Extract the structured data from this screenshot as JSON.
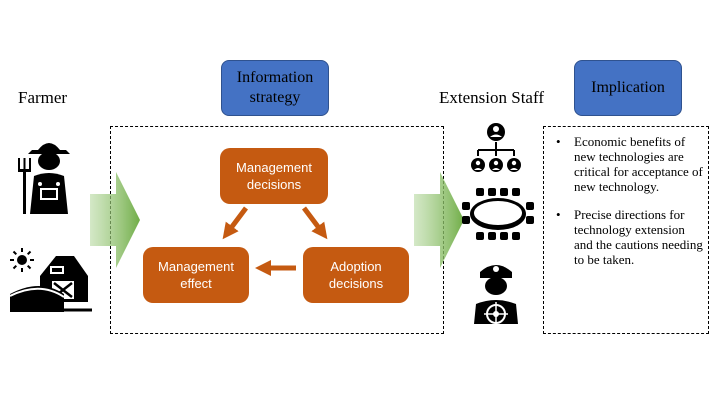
{
  "labels": {
    "farmer": "Farmer",
    "extension_staff": "Extension Staff"
  },
  "boxes": {
    "information_strategy": "Information strategy",
    "implication": "Implication"
  },
  "process": {
    "management_decisions": "Management decisions",
    "management_effect": "Management effect",
    "adoption_decisions": "Adoption decisions"
  },
  "implications": [
    "Economic benefits of new technologies are critical for acceptance of new technology.",
    "Precise  directions for technology extension and the cautions needing to be taken."
  ],
  "bullet_symbol": "•",
  "colors": {
    "blue": "#4472c4",
    "orange": "#c55a11",
    "green": "#70ad47"
  },
  "icons": [
    "farmer-icon",
    "sun-icon",
    "farm-barn-icon",
    "hierarchy-icon",
    "meeting-table-icon",
    "captain-icon"
  ]
}
